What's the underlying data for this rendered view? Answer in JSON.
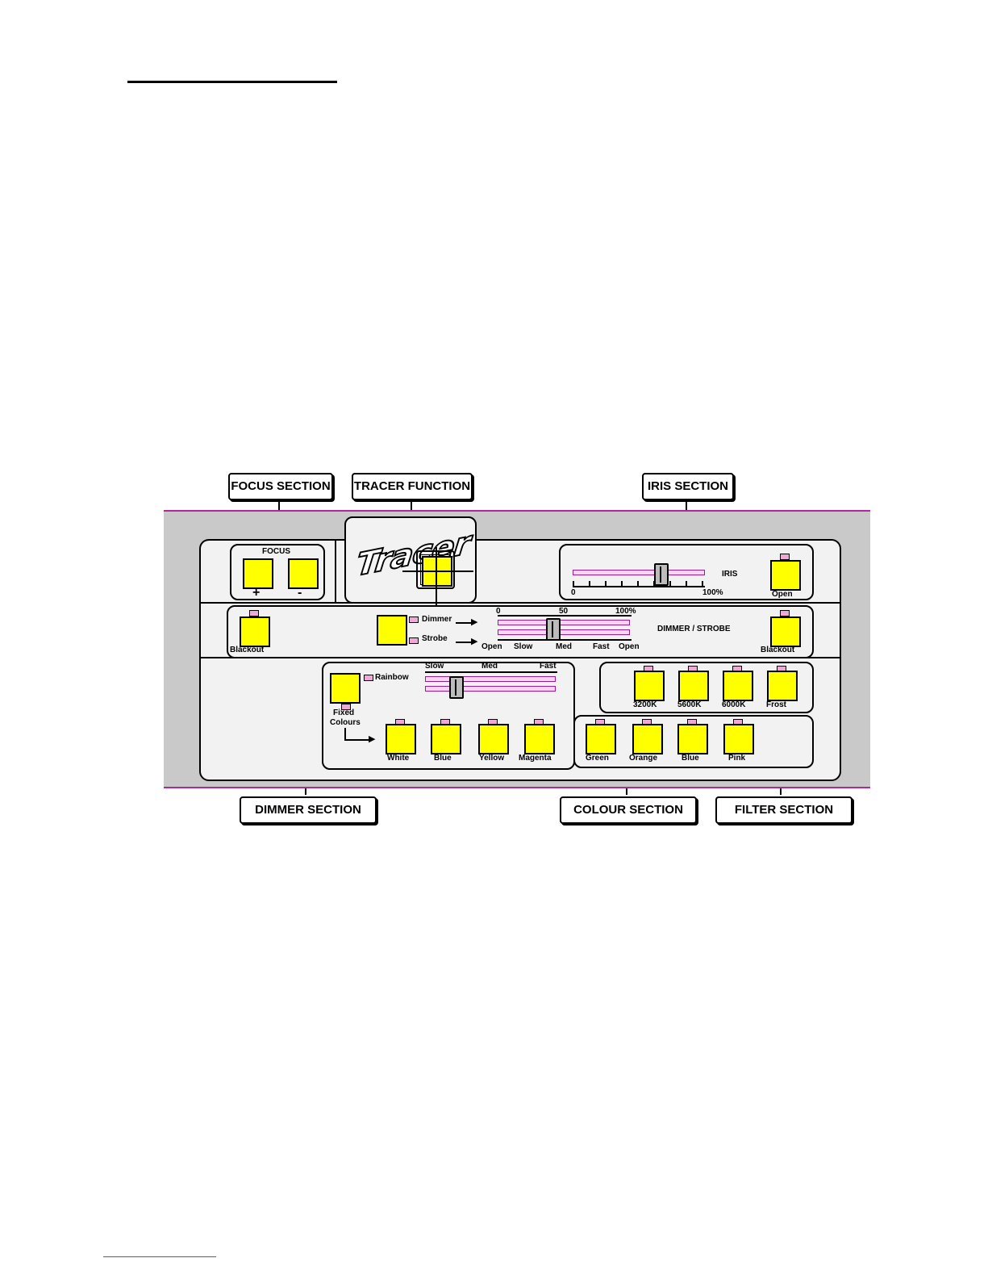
{
  "callouts": {
    "focus": "FOCUS SECTION",
    "tracer": "TRACER FUNCTION",
    "iris": "IRIS SECTION",
    "dimmer": "DIMMER SECTION",
    "colour": "COLOUR SECTION",
    "filter": "FILTER SECTION"
  },
  "focus": {
    "title": "FOCUS",
    "plus": "+",
    "minus": "-"
  },
  "tracer": {
    "logo": "Tracer"
  },
  "iris": {
    "label": "IRIS",
    "scale_start": "0",
    "scale_end": "100%",
    "open_button": "Open"
  },
  "dimmer": {
    "left_button": "Blackout",
    "dimmer_label": "Dimmer",
    "strobe_label": "Strobe",
    "scale_top_start": "0",
    "scale_top_mid": "50",
    "scale_top_end": "100%",
    "strobe_open": "Open",
    "strobe_slow": "Slow",
    "strobe_med": "Med",
    "strobe_fast": "Fast",
    "strobe_end": "Open",
    "mid_text": "DIMMER / STROBE",
    "right_button": "Blackout"
  },
  "colour": {
    "rainbow": "Rainbow",
    "slow": "Slow",
    "med": "Med",
    "fast": "Fast",
    "fixed": "Fixed",
    "colours": "Colours",
    "buttons": [
      "White",
      "Blue",
      "Yellow",
      "Magenta",
      "Green",
      "Orange",
      "Blue",
      "Pink"
    ]
  },
  "filter": {
    "buttons": [
      "3200K",
      "5600K",
      "6000K",
      "Frost"
    ]
  },
  "colors": {
    "button": "#ffff00",
    "led": "#f0a8d8",
    "track": "#9b1c8c",
    "console": "#c9c9c9"
  }
}
